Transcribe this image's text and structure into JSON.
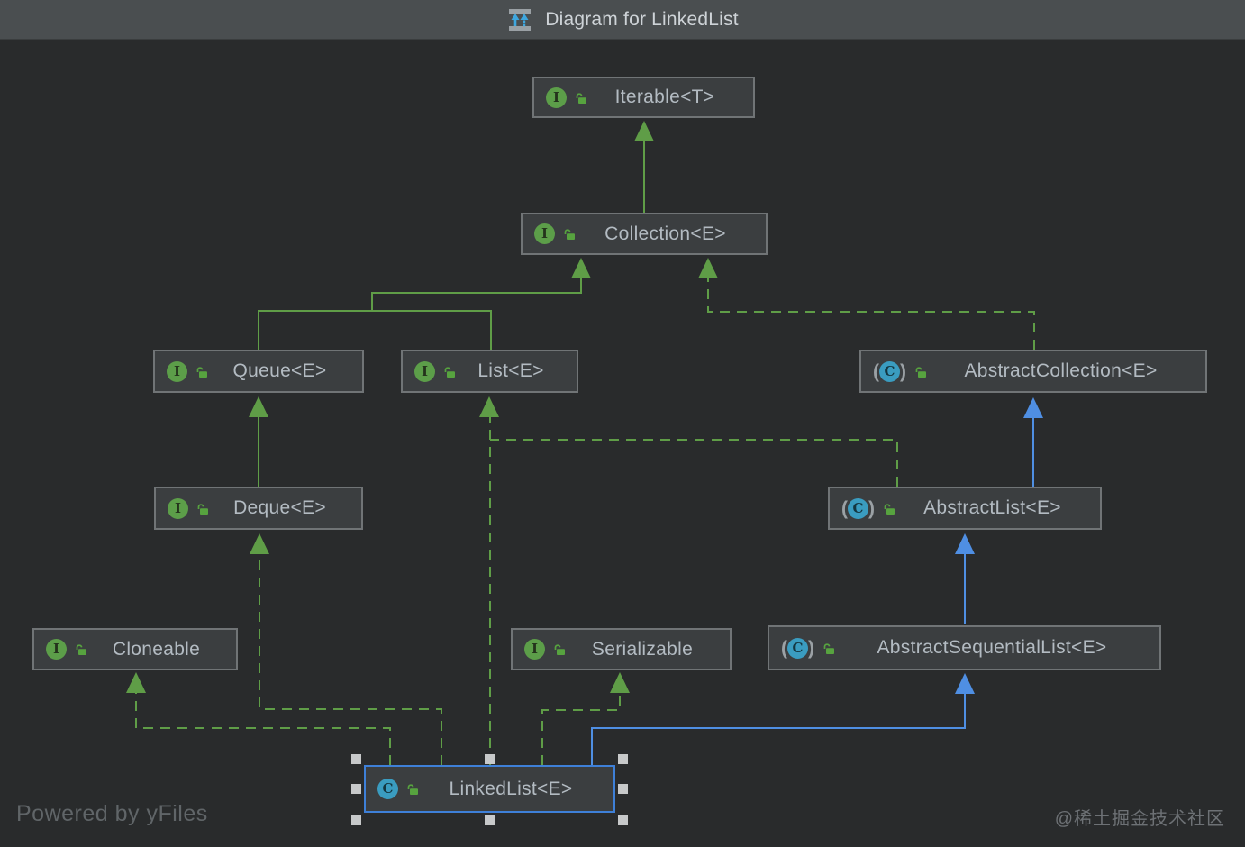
{
  "title_bar": {
    "title": "Diagram for LinkedList",
    "icon": "diagram-icon"
  },
  "footer": {
    "powered_by": "Powered by yFiles",
    "watermark": "@稀土掘金技术社区"
  },
  "icon_glyphs": {
    "paren_left": "(",
    "paren_right": ")"
  },
  "colors": {
    "canvas_bg": "#292b2c",
    "titlebar_bg": "#4a4e50",
    "node_bg": "#3b3e40",
    "node_border": "#707476",
    "node_text": "#b3bbc2",
    "edge_green": "#5f9d47",
    "edge_blue": "#4f8fe3",
    "selection_blue": "#3e80d8",
    "handle_gray": "#c7c9ca",
    "interface_icon": "#5c9e49",
    "class_icon": "#3a9cc0",
    "lock_icon": "#57a33f",
    "title_icon_blue": "#3ea7df"
  },
  "nodes": [
    {
      "label": "Iterable<T>",
      "type": "interface",
      "icon_letter": "I"
    },
    {
      "label": "Collection<E>",
      "type": "interface",
      "icon_letter": "I"
    },
    {
      "label": "Queue<E>",
      "type": "interface",
      "icon_letter": "I"
    },
    {
      "label": "List<E>",
      "type": "interface",
      "icon_letter": "I"
    },
    {
      "label": "AbstractCollection<E>",
      "type": "abstract-class",
      "icon_letter": "C"
    },
    {
      "label": "Deque<E>",
      "type": "interface",
      "icon_letter": "I"
    },
    {
      "label": "AbstractList<E>",
      "type": "abstract-class",
      "icon_letter": "C"
    },
    {
      "label": "Cloneable",
      "type": "interface",
      "icon_letter": "I"
    },
    {
      "label": "Serializable",
      "type": "interface",
      "icon_letter": "I"
    },
    {
      "label": "AbstractSequentialList<E>",
      "type": "abstract-class",
      "icon_letter": "C"
    },
    {
      "label": "LinkedList<E>",
      "type": "class",
      "icon_letter": "C"
    }
  ],
  "edges": [
    {
      "from": "Collection<E>",
      "to": "Iterable<T>",
      "relation": "extends",
      "style": "solid",
      "color": "green"
    },
    {
      "from": "Queue<E>",
      "to": "Collection<E>",
      "relation": "extends",
      "style": "solid",
      "color": "green"
    },
    {
      "from": "List<E>",
      "to": "Collection<E>",
      "relation": "extends",
      "style": "solid",
      "color": "green"
    },
    {
      "from": "AbstractCollection<E>",
      "to": "Collection<E>",
      "relation": "implements",
      "style": "dashed",
      "color": "green"
    },
    {
      "from": "Deque<E>",
      "to": "Queue<E>",
      "relation": "extends",
      "style": "solid",
      "color": "green"
    },
    {
      "from": "AbstractList<E>",
      "to": "List<E>",
      "relation": "implements",
      "style": "dashed",
      "color": "green"
    },
    {
      "from": "AbstractList<E>",
      "to": "AbstractCollection<E>",
      "relation": "extends",
      "style": "solid",
      "color": "blue"
    },
    {
      "from": "AbstractSequentialList<E>",
      "to": "AbstractList<E>",
      "relation": "extends",
      "style": "solid",
      "color": "blue"
    },
    {
      "from": "LinkedList<E>",
      "to": "Cloneable",
      "relation": "implements",
      "style": "dashed",
      "color": "green"
    },
    {
      "from": "LinkedList<E>",
      "to": "Deque<E>",
      "relation": "implements",
      "style": "dashed",
      "color": "green"
    },
    {
      "from": "LinkedList<E>",
      "to": "List<E>",
      "relation": "implements",
      "style": "dashed",
      "color": "green"
    },
    {
      "from": "LinkedList<E>",
      "to": "Serializable",
      "relation": "implements",
      "style": "dashed",
      "color": "green"
    },
    {
      "from": "LinkedList<E>",
      "to": "AbstractSequentialList<E>",
      "relation": "extends",
      "style": "solid",
      "color": "blue"
    }
  ],
  "selection": {
    "selected_node": "LinkedList<E>",
    "handle_count": 8
  }
}
